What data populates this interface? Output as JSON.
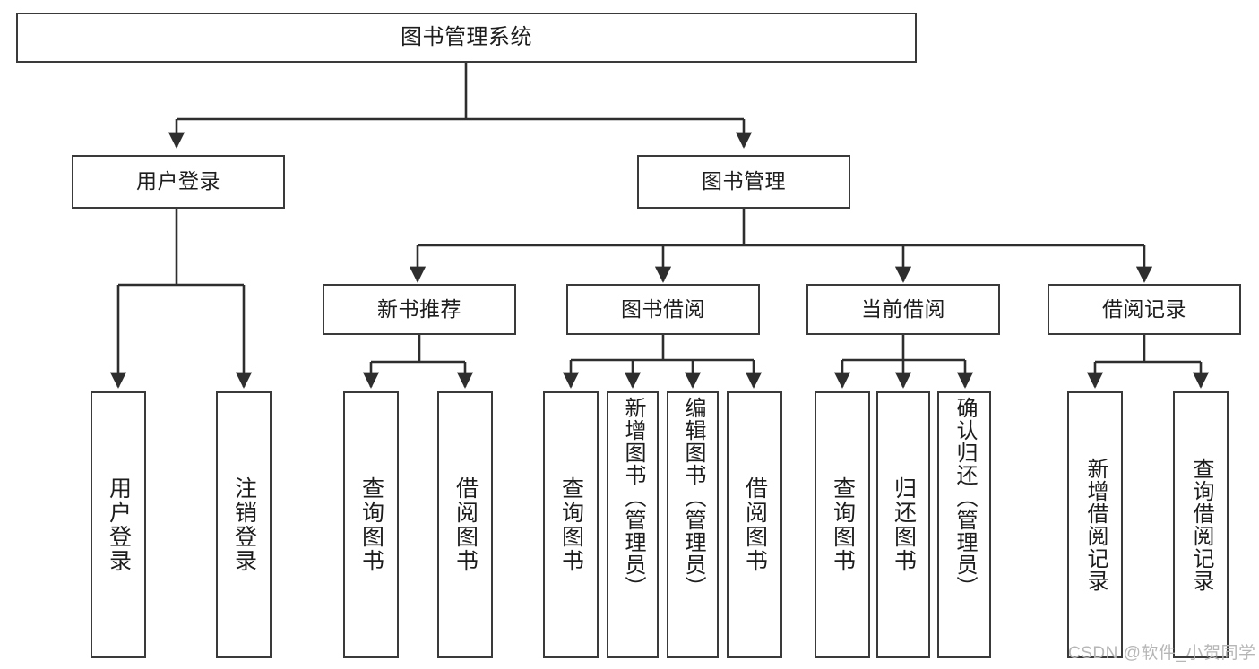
{
  "diagram": {
    "title": "图书管理系统",
    "colors": {
      "stroke": "#3a3a3a",
      "box_fill": "#ffffff",
      "background": "#ffffff",
      "text": "#1d1d1d",
      "watermark": "#b6b6b6"
    },
    "nodes": {
      "root": "图书管理系统",
      "level2": {
        "user_login": "用户登录",
        "book_manage": "图书管理"
      },
      "level3": {
        "new_book_recommend": "新书推荐",
        "book_borrow": "图书借阅",
        "current_borrow": "当前借阅",
        "borrow_record": "借阅记录"
      },
      "leaves": {
        "user_login_1": "用户登录",
        "user_login_2": "注销登录",
        "recommend_1": "查询图书",
        "recommend_2": "借阅图书",
        "borrow_1": "查询图书",
        "borrow_2": "新增图书（管理员）",
        "borrow_3": "编辑图书（管理员）",
        "borrow_4": "借阅图书",
        "current_1": "查询图书",
        "current_2": "归还图书",
        "current_3": "确认归还（管理员）",
        "record_1": "新增借阅记录",
        "record_2": "查询借阅记录"
      }
    },
    "watermark": "CSDN @软件_小贺同学"
  }
}
